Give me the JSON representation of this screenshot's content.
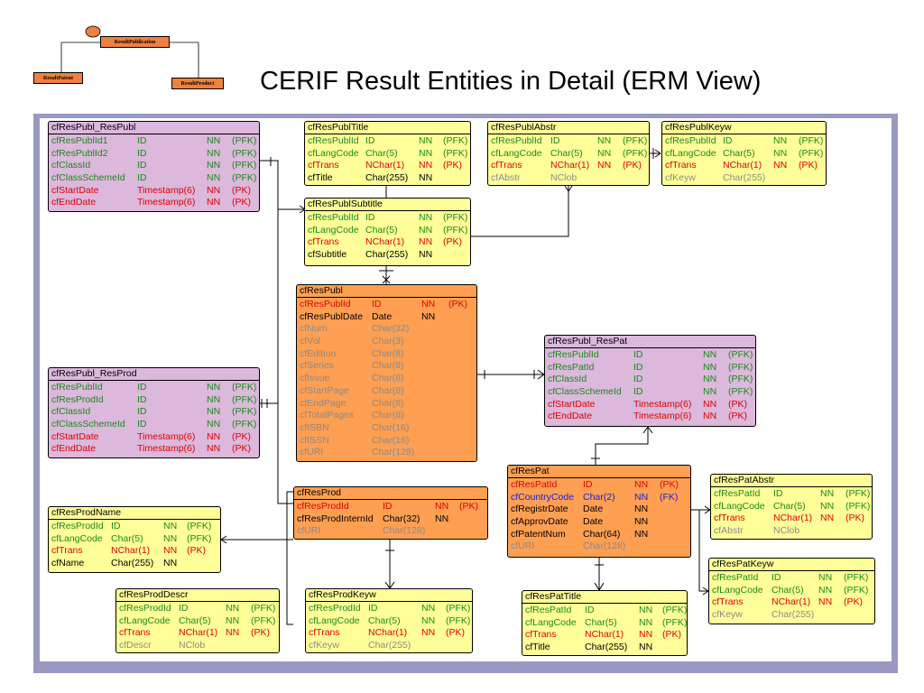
{
  "slide_title": "CERIF Result Entities in Detail (ERM View)",
  "mini_diagram": {
    "root": "ResultPublication",
    "children": [
      "ResultPatent",
      "ResultProduct"
    ]
  },
  "colors": {
    "frame": "#9999c4",
    "link": "#1a8a1a",
    "primary": "#e00000",
    "foreign": "#2020cc",
    "plain": "#000000",
    "optional": "#8a8a8a"
  },
  "entities": [
    {
      "id": "respubl-respubl",
      "name": "cfResPubl_ResPubl",
      "color": "purple",
      "rows": [
        {
          "a": "cfResPublId1",
          "t": "ID",
          "n": "NN",
          "k": "(PFK)",
          "s": "k"
        },
        {
          "a": "cfResPublId2",
          "t": "ID",
          "n": "NN",
          "k": "(PFK)",
          "s": "k"
        },
        {
          "a": "cfClassId",
          "t": "ID",
          "n": "NN",
          "k": "(PFK)",
          "s": "k"
        },
        {
          "a": "cfClassSchemeId",
          "t": "ID",
          "n": "NN",
          "k": "(PFK)",
          "s": "k"
        },
        {
          "a": "cfStartDate",
          "t": "Timestamp(6)",
          "n": "NN",
          "k": "(PK)",
          "s": "p"
        },
        {
          "a": "cfEndDate",
          "t": "Timestamp(6)",
          "n": "NN",
          "k": "(PK)",
          "s": "p"
        }
      ]
    },
    {
      "id": "respubltitle",
      "name": "cfResPublTitle",
      "color": "yellow",
      "rows": [
        {
          "a": "cfResPublId",
          "t": "ID",
          "n": "NN",
          "k": "(PFK)",
          "s": "k"
        },
        {
          "a": "cfLangCode",
          "t": "Char(5)",
          "n": "NN",
          "k": "(PFK)",
          "s": "k"
        },
        {
          "a": "cfTrans",
          "t": "NChar(1)",
          "n": "NN",
          "k": "(PK)",
          "s": "p"
        },
        {
          "a": "cfTitle",
          "t": "Char(255)",
          "n": "NN",
          "k": "",
          "s": "n"
        }
      ]
    },
    {
      "id": "respublabstr",
      "name": "cfResPublAbstr",
      "color": "yellow",
      "rows": [
        {
          "a": "cfResPublId",
          "t": "ID",
          "n": "NN",
          "k": "(PFK)",
          "s": "k"
        },
        {
          "a": "cfLangCode",
          "t": "Char(5)",
          "n": "NN",
          "k": "(PFK)",
          "s": "k"
        },
        {
          "a": "cfTrans",
          "t": "NChar(1)",
          "n": "NN",
          "k": "(PK)",
          "s": "p"
        },
        {
          "a": "cfAbstr",
          "t": "NClob",
          "n": "",
          "k": "",
          "s": "o"
        }
      ]
    },
    {
      "id": "respublkeyw",
      "name": "cfResPublKeyw",
      "color": "yellow",
      "rows": [
        {
          "a": "cfResPublId",
          "t": "ID",
          "n": "NN",
          "k": "(PFK)",
          "s": "k"
        },
        {
          "a": "cfLangCode",
          "t": "Char(5)",
          "n": "NN",
          "k": "(PFK)",
          "s": "k"
        },
        {
          "a": "cfTrans",
          "t": "NChar(1)",
          "n": "NN",
          "k": "(PK)",
          "s": "p"
        },
        {
          "a": "cfKeyw",
          "t": "Char(255)",
          "n": "",
          "k": "",
          "s": "o"
        }
      ]
    },
    {
      "id": "respublsubtitle",
      "name": "cfResPublSubtitle",
      "color": "yellow",
      "rows": [
        {
          "a": "cfResPublId",
          "t": "ID",
          "n": "NN",
          "k": "(PFK)",
          "s": "k"
        },
        {
          "a": "cfLangCode",
          "t": "Char(5)",
          "n": "NN",
          "k": "(PFK)",
          "s": "k"
        },
        {
          "a": "cfTrans",
          "t": "NChar(1)",
          "n": "NN",
          "k": "(PK)",
          "s": "p"
        },
        {
          "a": "cfSubtitle",
          "t": "Char(255)",
          "n": "NN",
          "k": "",
          "s": "n"
        }
      ]
    },
    {
      "id": "respubl",
      "name": "cfResPubl",
      "color": "orange",
      "rows": [
        {
          "a": "cfResPublId",
          "t": "ID",
          "n": "NN",
          "k": "(PK)",
          "s": "p"
        },
        {
          "a": "cfResPublDate",
          "t": "Date",
          "n": "NN",
          "k": "",
          "s": "n"
        },
        {
          "a": "cfNum",
          "t": "Char(32)",
          "n": "",
          "k": "",
          "s": "o"
        },
        {
          "a": "cfVol",
          "t": "Char(3)",
          "n": "",
          "k": "",
          "s": "o"
        },
        {
          "a": "cfEdition",
          "t": "Char(8)",
          "n": "",
          "k": "",
          "s": "o"
        },
        {
          "a": "cfSeries",
          "t": "Char(8)",
          "n": "",
          "k": "",
          "s": "o"
        },
        {
          "a": "cfIssue",
          "t": "Char(8)",
          "n": "",
          "k": "",
          "s": "o"
        },
        {
          "a": "cfStartPage",
          "t": "Char(8)",
          "n": "",
          "k": "",
          "s": "o"
        },
        {
          "a": "cfEndPage",
          "t": "Char(8)",
          "n": "",
          "k": "",
          "s": "o"
        },
        {
          "a": "cfTotalPages",
          "t": "Char(8)",
          "n": "",
          "k": "",
          "s": "o"
        },
        {
          "a": "cfISBN",
          "t": "Char(16)",
          "n": "",
          "k": "",
          "s": "o"
        },
        {
          "a": "cfISSN",
          "t": "Char(16)",
          "n": "",
          "k": "",
          "s": "o"
        },
        {
          "a": "cfURI",
          "t": "Char(128)",
          "n": "",
          "k": "",
          "s": "o"
        }
      ]
    },
    {
      "id": "respubl-respat",
      "name": "cfResPubl_ResPat",
      "color": "purple",
      "rows": [
        {
          "a": "cfResPublId",
          "t": "ID",
          "n": "NN",
          "k": "(PFK)",
          "s": "k"
        },
        {
          "a": "cfResPatId",
          "t": "ID",
          "n": "NN",
          "k": "(PFK)",
          "s": "k"
        },
        {
          "a": "cfClassId",
          "t": "ID",
          "n": "NN",
          "k": "(PFK)",
          "s": "k"
        },
        {
          "a": "cfClassSchemeId",
          "t": "ID",
          "n": "NN",
          "k": "(PFK)",
          "s": "k"
        },
        {
          "a": "cfStartDate",
          "t": "Timestamp(6)",
          "n": "NN",
          "k": "(PK)",
          "s": "p"
        },
        {
          "a": "cfEndDate",
          "t": "Timestamp(6)",
          "n": "NN",
          "k": "(PK)",
          "s": "p"
        }
      ]
    },
    {
      "id": "respubl-resprod",
      "name": "cfResPubl_ResProd",
      "color": "purple",
      "rows": [
        {
          "a": "cfResPublId",
          "t": "ID",
          "n": "NN",
          "k": "(PFK)",
          "s": "k"
        },
        {
          "a": "cfResProdId",
          "t": "ID",
          "n": "NN",
          "k": "(PFK)",
          "s": "k"
        },
        {
          "a": "cfClassId",
          "t": "ID",
          "n": "NN",
          "k": "(PFK)",
          "s": "k"
        },
        {
          "a": "cfClassSchemeId",
          "t": "ID",
          "n": "NN",
          "k": "(PFK)",
          "s": "k"
        },
        {
          "a": "cfStartDate",
          "t": "Timestamp(6)",
          "n": "NN",
          "k": "(PK)",
          "s": "p"
        },
        {
          "a": "cfEndDate",
          "t": "Timestamp(6)",
          "n": "NN",
          "k": "(PK)",
          "s": "p"
        }
      ]
    },
    {
      "id": "resprod",
      "name": "cfResProd",
      "color": "orange",
      "rows": [
        {
          "a": "cfResProdId",
          "t": "ID",
          "n": "NN",
          "k": "(PK)",
          "s": "p"
        },
        {
          "a": "cfResProdInternId",
          "t": "Char(32)",
          "n": "NN",
          "k": "",
          "s": "n"
        },
        {
          "a": "cfURI",
          "t": "Char(128)",
          "n": "",
          "k": "",
          "s": "o"
        }
      ]
    },
    {
      "id": "respat",
      "name": "cfResPat",
      "color": "orange",
      "rows": [
        {
          "a": "cfResPatId",
          "t": "ID",
          "n": "NN",
          "k": "(PK)",
          "s": "p"
        },
        {
          "a": "cfCountryCode",
          "t": "Char(2)",
          "n": "NN",
          "k": "(FK)",
          "s": "f"
        },
        {
          "a": "cfRegistrDate",
          "t": "Date",
          "n": "NN",
          "k": "",
          "s": "n"
        },
        {
          "a": "cfApprovDate",
          "t": "Date",
          "n": "NN",
          "k": "",
          "s": "n"
        },
        {
          "a": "cfPatentNum",
          "t": "Char(64)",
          "n": "NN",
          "k": "",
          "s": "n"
        },
        {
          "a": "cfURI",
          "t": "Char(128)",
          "n": "",
          "k": "",
          "s": "o"
        }
      ]
    },
    {
      "id": "respatabstr",
      "name": "cfResPatAbstr",
      "color": "yellow",
      "rows": [
        {
          "a": "cfResPatId",
          "t": "ID",
          "n": "NN",
          "k": "(PFK)",
          "s": "k"
        },
        {
          "a": "cfLangCode",
          "t": "Char(5)",
          "n": "NN",
          "k": "(PFK)",
          "s": "k"
        },
        {
          "a": "cfTrans",
          "t": "NChar(1)",
          "n": "NN",
          "k": "(PK)",
          "s": "p"
        },
        {
          "a": "cfAbstr",
          "t": "NClob",
          "n": "",
          "k": "",
          "s": "o"
        }
      ]
    },
    {
      "id": "respatkeyw",
      "name": "cfResPatKeyw",
      "color": "yellow",
      "rows": [
        {
          "a": "cfResPatId",
          "t": "ID",
          "n": "NN",
          "k": "(PFK)",
          "s": "k"
        },
        {
          "a": "cfLangCode",
          "t": "Char(5)",
          "n": "NN",
          "k": "(PFK)",
          "s": "k"
        },
        {
          "a": "cfTrans",
          "t": "NChar(1)",
          "n": "NN",
          "k": "(PK)",
          "s": "p"
        },
        {
          "a": "cfKeyw",
          "t": "Char(255)",
          "n": "",
          "k": "",
          "s": "o"
        }
      ]
    },
    {
      "id": "resprodname",
      "name": "cfResProdName",
      "color": "yellow",
      "rows": [
        {
          "a": "cfResProdId",
          "t": "ID",
          "n": "NN",
          "k": "(PFK)",
          "s": "k"
        },
        {
          "a": "cfLangCode",
          "t": "Char(5)",
          "n": "NN",
          "k": "(PFK)",
          "s": "k"
        },
        {
          "a": "cfTrans",
          "t": "NChar(1)",
          "n": "NN",
          "k": "(PK)",
          "s": "p"
        },
        {
          "a": "cfName",
          "t": "Char(255)",
          "n": "NN",
          "k": "",
          "s": "n"
        }
      ]
    },
    {
      "id": "resproddescr",
      "name": "cfResProdDescr",
      "color": "yellow",
      "rows": [
        {
          "a": "cfResProdId",
          "t": "ID",
          "n": "NN",
          "k": "(PFK)",
          "s": "k"
        },
        {
          "a": "cfLangCode",
          "t": "Char(5)",
          "n": "NN",
          "k": "(PFK)",
          "s": "k"
        },
        {
          "a": "cfTrans",
          "t": "NChar(1)",
          "n": "NN",
          "k": "(PK)",
          "s": "p"
        },
        {
          "a": "cfDescr",
          "t": "NClob",
          "n": "",
          "k": "",
          "s": "o"
        }
      ]
    },
    {
      "id": "resprodkeyw",
      "name": "cfResProdKeyw",
      "color": "yellow",
      "rows": [
        {
          "a": "cfResProdId",
          "t": "ID",
          "n": "NN",
          "k": "(PFK)",
          "s": "k"
        },
        {
          "a": "cfLangCode",
          "t": "Char(5)",
          "n": "NN",
          "k": "(PFK)",
          "s": "k"
        },
        {
          "a": "cfTrans",
          "t": "NChar(1)",
          "n": "NN",
          "k": "(PK)",
          "s": "p"
        },
        {
          "a": "cfKeyw",
          "t": "Char(255)",
          "n": "",
          "k": "",
          "s": "o"
        }
      ]
    },
    {
      "id": "respattitle",
      "name": "cfResPatTitle",
      "color": "yellow",
      "rows": [
        {
          "a": "cfResPatId",
          "t": "ID",
          "n": "NN",
          "k": "(PFK)",
          "s": "k"
        },
        {
          "a": "cfLangCode",
          "t": "Char(5)",
          "n": "NN",
          "k": "(PFK)",
          "s": "k"
        },
        {
          "a": "cfTrans",
          "t": "NChar(1)",
          "n": "NN",
          "k": "(PK)",
          "s": "p"
        },
        {
          "a": "cfTitle",
          "t": "Char(255)",
          "n": "NN",
          "k": "",
          "s": "n"
        }
      ]
    }
  ]
}
